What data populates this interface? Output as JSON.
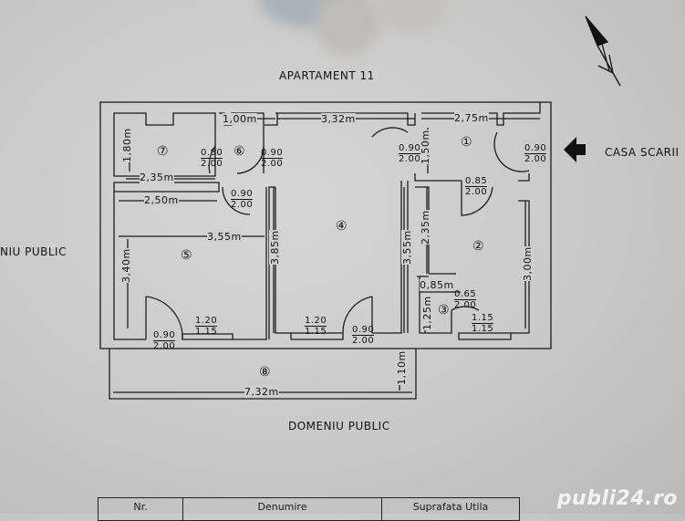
{
  "title": "APARTAMENT 11",
  "surroundings": {
    "left": "NIU PUBLIC",
    "bottom": "DOMENIU PUBLIC",
    "right": "CASA SCARII"
  },
  "north_arrow": "N",
  "rooms": [
    {
      "id": "1",
      "label": "①"
    },
    {
      "id": "2",
      "label": "②"
    },
    {
      "id": "3",
      "label": "③"
    },
    {
      "id": "4",
      "label": "④"
    },
    {
      "id": "5",
      "label": "⑤"
    },
    {
      "id": "6",
      "label": "⑥"
    },
    {
      "id": "7",
      "label": "⑦"
    },
    {
      "id": "8",
      "label": "⑧"
    }
  ],
  "dimensions": {
    "d_100": "1,00m",
    "d_332": "3,32m",
    "d_275": "2,75m",
    "d_180": "1,80m",
    "d_235h": "2,35m",
    "d_150": "1,50m",
    "d_250": "2,50m",
    "d_355h": "3,55m",
    "d_340": "3,40m",
    "d_385": "3,85m",
    "d_355v": "3,55m",
    "d_235v": "2,35m",
    "d_300": "3,00m",
    "d_085": "0,85m",
    "d_125": "1,25m",
    "d_110": "1,10m",
    "d_732": "7,32m"
  },
  "openings": {
    "door_7_6": {
      "w": "0.80",
      "h": "2.00"
    },
    "door_6_4": {
      "w": "0.90",
      "h": "2.00"
    },
    "door_6_5": {
      "w": "0.90",
      "h": "2.00"
    },
    "door_4_1": {
      "w": "0.90",
      "h": "2.00"
    },
    "door_1_entry": {
      "w": "0.90",
      "h": "2.00"
    },
    "door_1_2": {
      "w": "0.85",
      "h": "2.00"
    },
    "door_5_8": {
      "w": "0.90",
      "h": "2.00"
    },
    "window_5": {
      "w": "1.20",
      "h": "1.15"
    },
    "window_4": {
      "w": "1.20",
      "h": "1.15"
    },
    "door_4_8": {
      "w": "0.90",
      "h": "2.00"
    },
    "door_2_3": {
      "w": "0.65",
      "h": "2.00"
    },
    "window_2": {
      "w": "1.15",
      "h": "1.15"
    }
  },
  "table": {
    "headers": [
      "Nr.",
      "Denumire",
      "Suprafata Utila"
    ]
  },
  "watermark": "publi24.ro"
}
